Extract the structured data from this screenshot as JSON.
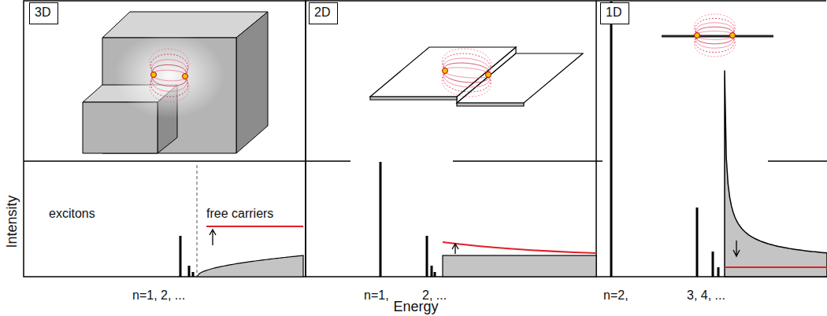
{
  "diagram": {
    "nodes": [
      {
        "text": [
          "3D"
        ]
      },
      {
        "text": [
          "2D"
        ]
      },
      {
        "text": [
          "1D"
        ]
      }
    ],
    "labels": [
      "excitons",
      "free carriers",
      "n=1, 2, ...",
      "n=1,",
      "2, ...",
      "n=2,",
      "3, 4, ...",
      "Intensity",
      "Energy"
    ]
  }
}
